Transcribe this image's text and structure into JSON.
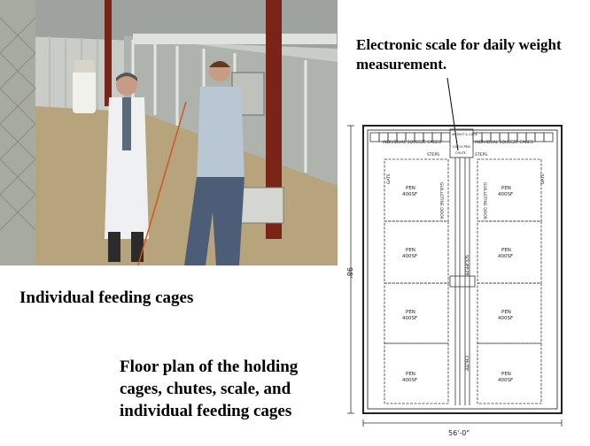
{
  "captions": {
    "scale": "Electronic scale for daily weight measurement.",
    "cages": "Individual feeding cages",
    "floor_plan": "Floor plan of the holding cages, chutes, scale, and individual feeding cages"
  },
  "plan": {
    "individual_cages_left": "INDIVIDUAL SQUEEZE CAGES",
    "individual_cages_right": "INDIVIDUAL SQUEEZE CAGES",
    "weight_cage": "WEIGHT & CAGE",
    "catch_pen": "CATCH PEN",
    "chute_top": "CHUTE",
    "steps_left": "STEPS",
    "steps_right": "STEPS",
    "gate_left": "GATE",
    "gate_right": "GATE",
    "guillotine_left": "GUILLOTINE DOOR",
    "guillotine_right": "GUILLOTINE DOOR",
    "squeeze": "SQUEEZE",
    "chute": "CHUTE",
    "pen_name": "PEN",
    "pen_area": "400SF",
    "dim_height": "98'",
    "dim_width": "56'-0\""
  },
  "colors": {
    "lab_coat": "#eef0f2",
    "wall": "#cfd2cd",
    "floor": "#b7a37c",
    "pointer": "#cc5a22"
  }
}
